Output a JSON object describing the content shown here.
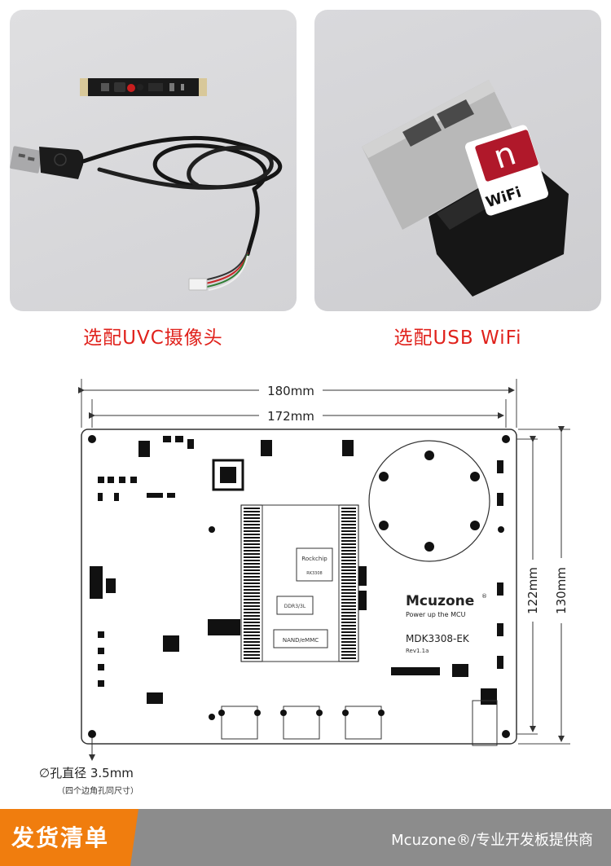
{
  "products": {
    "camera_caption": "选配UVC摄像头",
    "wifi_caption": "选配USB WiFi",
    "wifi_label": "WiFi",
    "wifi_badge": "n"
  },
  "drawing": {
    "width_outer": "180mm",
    "width_inner": "172mm",
    "height_outer": "130mm",
    "height_inner": "122mm",
    "brand": "Mcuzone",
    "brand_reg": "®",
    "tagline": "Power up the MCU",
    "model": "MDK3308-EK",
    "revision": "Rev1.1a",
    "chip_label": "Rockchip",
    "chip_sub": "RK3308",
    "ddr_label": "DDR3/3L",
    "nand_label": "NAND/eMMC",
    "hole_note": "∅孔直径 3.5mm",
    "hole_sub": "（四个边角孔同尺寸）"
  },
  "footer": {
    "title": "发货清单",
    "slogan": "Mcuzone®/专业开发板提供商"
  },
  "colors": {
    "caption_red": "#e0221c",
    "tab_orange": "#f07d0e",
    "bar_gray": "#8c8c8c"
  }
}
